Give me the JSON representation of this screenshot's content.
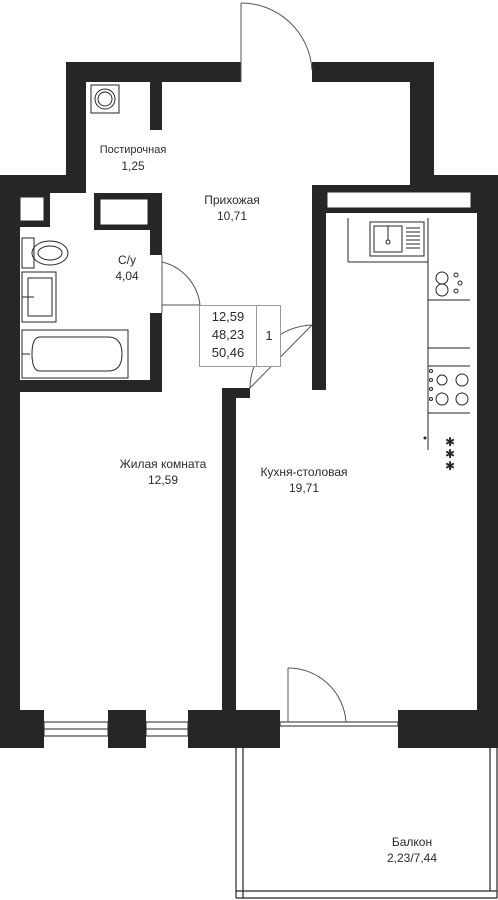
{
  "rooms": {
    "storage": {
      "name": "Постирочная",
      "area": "1,25"
    },
    "hall": {
      "name": "Прихожая",
      "area": "10,71"
    },
    "bathroom": {
      "name": "С/у",
      "area": "4,04"
    },
    "living": {
      "name": "Жилая комната",
      "area": "12,59"
    },
    "kitchen": {
      "name": "Кухня-столовая",
      "area": "19,71"
    },
    "balcony": {
      "name": "Балкон",
      "area": "2,23/7,44"
    }
  },
  "summary": {
    "living_area": "12,59",
    "total_area": "48,23",
    "total_area_with_balcony": "50,46",
    "rooms_count": "1"
  },
  "icons": [
    "washing-machine-icon",
    "toilet-icon",
    "washbasin-icon",
    "bathtub-icon",
    "kitchen-sink-icon",
    "dishwasher-icon",
    "stove-icon",
    "hob-icon"
  ],
  "colors": {
    "wall": "#262626",
    "line": "#555555",
    "background": "#ffffff"
  }
}
